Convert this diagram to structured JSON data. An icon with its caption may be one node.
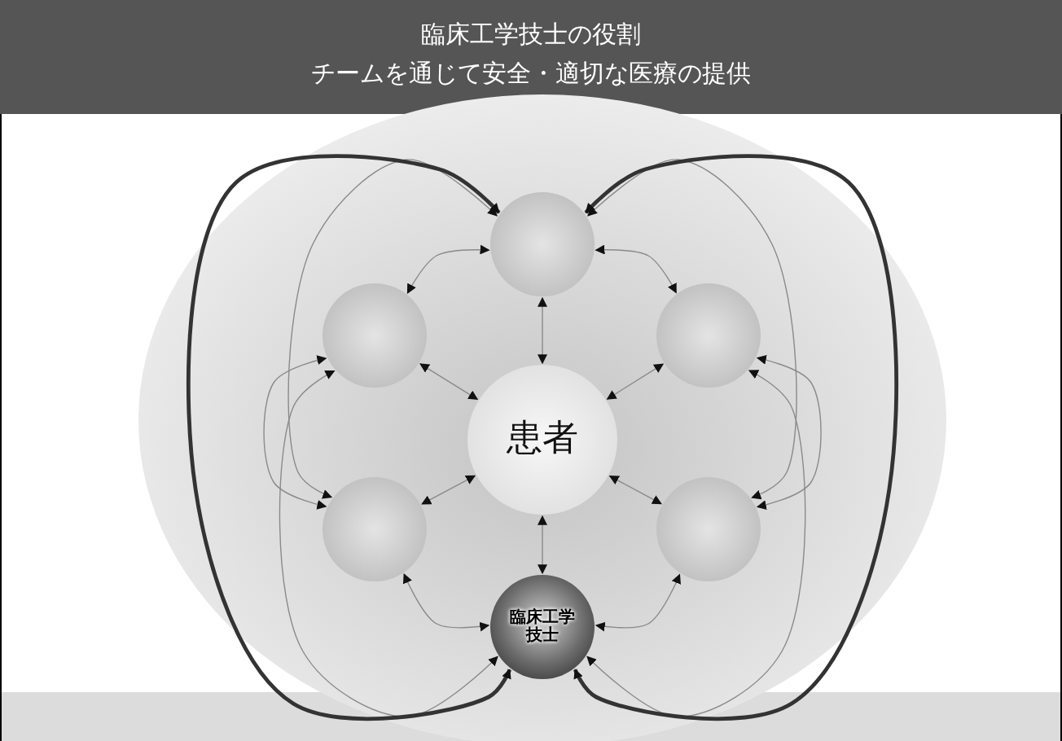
{
  "diagram": {
    "title": "臨床工学技士の役割",
    "nodes": [
      {
        "text": [],
        "shape": "circle"
      },
      {
        "text": [],
        "shape": "circle"
      },
      {
        "text": [],
        "shape": "circle"
      },
      {
        "text": [
          "患者"
        ]
      },
      {
        "text": [],
        "shape": "circle"
      },
      {
        "text": [],
        "shape": "circle"
      },
      {
        "text": [
          "臨床工学技士"
        ]
      }
    ],
    "edges": [
      {
        "from": 3,
        "to": 0,
        "arrow": "both"
      },
      {
        "from": 3,
        "to": 1,
        "arrow": "both"
      },
      {
        "from": 3,
        "to": 2,
        "arrow": "both"
      },
      {
        "from": 3,
        "to": 4,
        "arrow": "both"
      },
      {
        "from": 3,
        "to": 5,
        "arrow": "both"
      },
      {
        "from": 3,
        "to": 6,
        "arrow": "both"
      },
      {
        "from": 0,
        "to": 1,
        "arrow": "both"
      },
      {
        "from": 0,
        "to": 2,
        "arrow": "both"
      },
      {
        "from": 6,
        "to": 4,
        "arrow": "both"
      },
      {
        "from": 6,
        "to": 5,
        "arrow": "both"
      },
      {
        "from": 1,
        "to": 4,
        "arrow": "both"
      },
      {
        "from": 2,
        "to": 5,
        "arrow": "both"
      },
      {
        "from": 0,
        "to": 4,
        "arrow": "both"
      },
      {
        "from": 0,
        "to": 5,
        "arrow": "both"
      },
      {
        "from": 6,
        "to": 1,
        "arrow": "both"
      },
      {
        "from": 6,
        "to": 2,
        "arrow": "both"
      },
      {
        "from": 0,
        "to": 6,
        "arrow": "both",
        "style": "thick"
      },
      {
        "from": 0,
        "to": 6,
        "arrow": "both",
        "style": "thick"
      }
    ],
    "labels": [
      "チームを通じて安全・適切な医療の提供"
    ]
  }
}
